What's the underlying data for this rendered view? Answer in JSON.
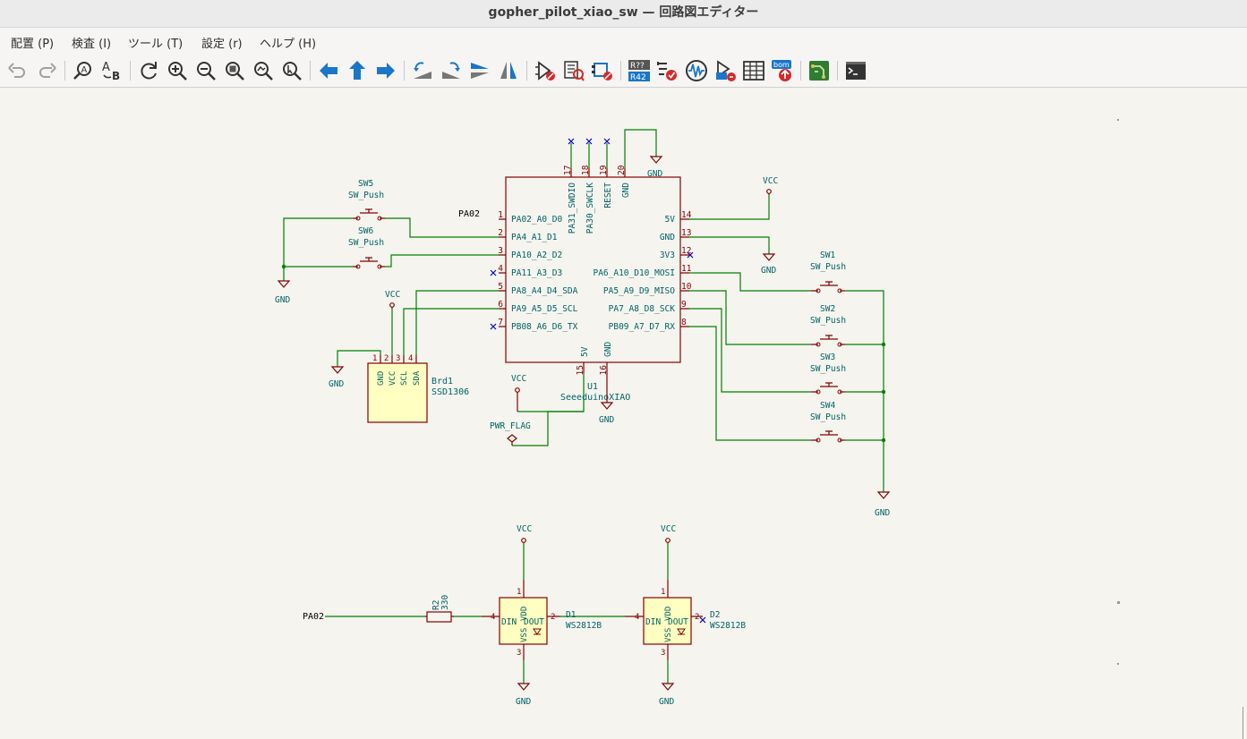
{
  "window": {
    "title": "gopher_pilot_xiao_sw — 回路図エディター"
  },
  "menu": [
    "配置 (P)",
    "検査 (I)",
    "ツール (T)",
    "設定 (r)",
    "ヘルプ (H)"
  ],
  "toolbar": {
    "icons": [
      "undo-icon",
      "redo-icon",
      "annotate-icon",
      "find-replace-icon",
      "refresh-icon",
      "zoom-in-icon",
      "zoom-out-icon",
      "zoom-fit-icon",
      "zoom-objects-icon",
      "zoom-selection-icon",
      "navigate-back-icon",
      "navigate-up-icon",
      "navigate-forward-icon",
      "rotate-ccw-icon",
      "rotate-cw-icon",
      "mirror-vertical-icon",
      "mirror-horizontal-icon",
      "symbol-editor-icon",
      "symbol-browser-icon",
      "footprint-assign-icon",
      "annotate-schematic-icon",
      "erc-icon",
      "simulator-icon",
      "netlist-icon",
      "field-table-icon",
      "bom-icon",
      "pcb-editor-icon",
      "scripting-console-icon"
    ],
    "r42_label": "R42",
    "r_label": "R??",
    "bom_label": "bom"
  },
  "schematic": {
    "u1": {
      "ref": "U1",
      "value": "SeeeduinoXIAO",
      "left_pins": [
        {
          "num": "1",
          "name": "PA02_A0_D0"
        },
        {
          "num": "2",
          "name": "PA4_A1_D1"
        },
        {
          "num": "3",
          "name": "PA10_A2_D2"
        },
        {
          "num": "4",
          "name": "PA11_A3_D3"
        },
        {
          "num": "5",
          "name": "PA8_A4_D4_SDA"
        },
        {
          "num": "6",
          "name": "PA9_A5_D5_SCL"
        },
        {
          "num": "7",
          "name": "PB08_A6_D6_TX"
        }
      ],
      "right_pins": [
        {
          "num": "14",
          "name": "5V"
        },
        {
          "num": "13",
          "name": "GND"
        },
        {
          "num": "12",
          "name": "3V3"
        },
        {
          "num": "11",
          "name": "PA6_A10_D10_MOSI"
        },
        {
          "num": "10",
          "name": "PA5_A9_D9_MISO"
        },
        {
          "num": "9",
          "name": "PA7_A8_D8_SCK"
        },
        {
          "num": "8",
          "name": "PB09_A7_D7_RX"
        }
      ],
      "top_pins": [
        {
          "num": "17",
          "name": "PA31_SWDIO"
        },
        {
          "num": "18",
          "name": "PA30_SWCLK"
        },
        {
          "num": "19",
          "name": "RESET"
        },
        {
          "num": "20",
          "name": "GND"
        }
      ],
      "bottom_pins": [
        {
          "num": "15",
          "name": "5V"
        },
        {
          "num": "16",
          "name": "GND"
        }
      ]
    },
    "switches": [
      {
        "ref": "SW5",
        "value": "SW_Push"
      },
      {
        "ref": "SW6",
        "value": "SW_Push"
      },
      {
        "ref": "SW1",
        "value": "SW_Push"
      },
      {
        "ref": "SW2",
        "value": "SW_Push"
      },
      {
        "ref": "SW3",
        "value": "SW_Push"
      },
      {
        "ref": "SW4",
        "value": "SW_Push"
      }
    ],
    "display": {
      "ref": "Brd1",
      "value": "SSD1306",
      "pins": [
        {
          "num": "1",
          "name": "GND"
        },
        {
          "num": "2",
          "name": "VCC"
        },
        {
          "num": "3",
          "name": "SCL"
        },
        {
          "num": "4",
          "name": "SDA"
        }
      ]
    },
    "leds": [
      {
        "ref": "D1",
        "value": "WS2812B"
      },
      {
        "ref": "D2",
        "value": "WS2812B"
      }
    ],
    "led_pins": {
      "din": "DIN",
      "dout": "DOUT",
      "vdd": "VDD",
      "vss": "VSS",
      "n_din": "4",
      "n_dout": "2",
      "n_vdd": "1",
      "n_vss": "3"
    },
    "resistor": {
      "ref": "R2",
      "value": "330"
    },
    "net_labels": {
      "pa02": "PA02",
      "pwr_flag": "PWR_FLAG"
    },
    "power": {
      "vcc": "VCC",
      "gnd": "GND"
    }
  },
  "colors": {
    "wire": "#008000",
    "component": "#840000",
    "body_fill": "#ffffc2",
    "net_text": "#006464",
    "no_connect": "#0000c8",
    "background": "#f5f4ef"
  }
}
